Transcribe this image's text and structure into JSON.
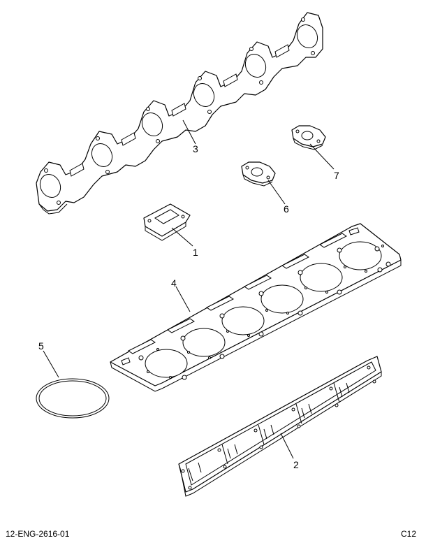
{
  "figure": {
    "callouts": [
      {
        "id": "1",
        "label": "1"
      },
      {
        "id": "2",
        "label": "2"
      },
      {
        "id": "3",
        "label": "3"
      },
      {
        "id": "4",
        "label": "4"
      },
      {
        "id": "5",
        "label": "5"
      },
      {
        "id": "6",
        "label": "6"
      },
      {
        "id": "7",
        "label": "7"
      }
    ]
  },
  "footer": {
    "drawing_number": "12-ENG-2616-01",
    "page_code": "C12"
  }
}
